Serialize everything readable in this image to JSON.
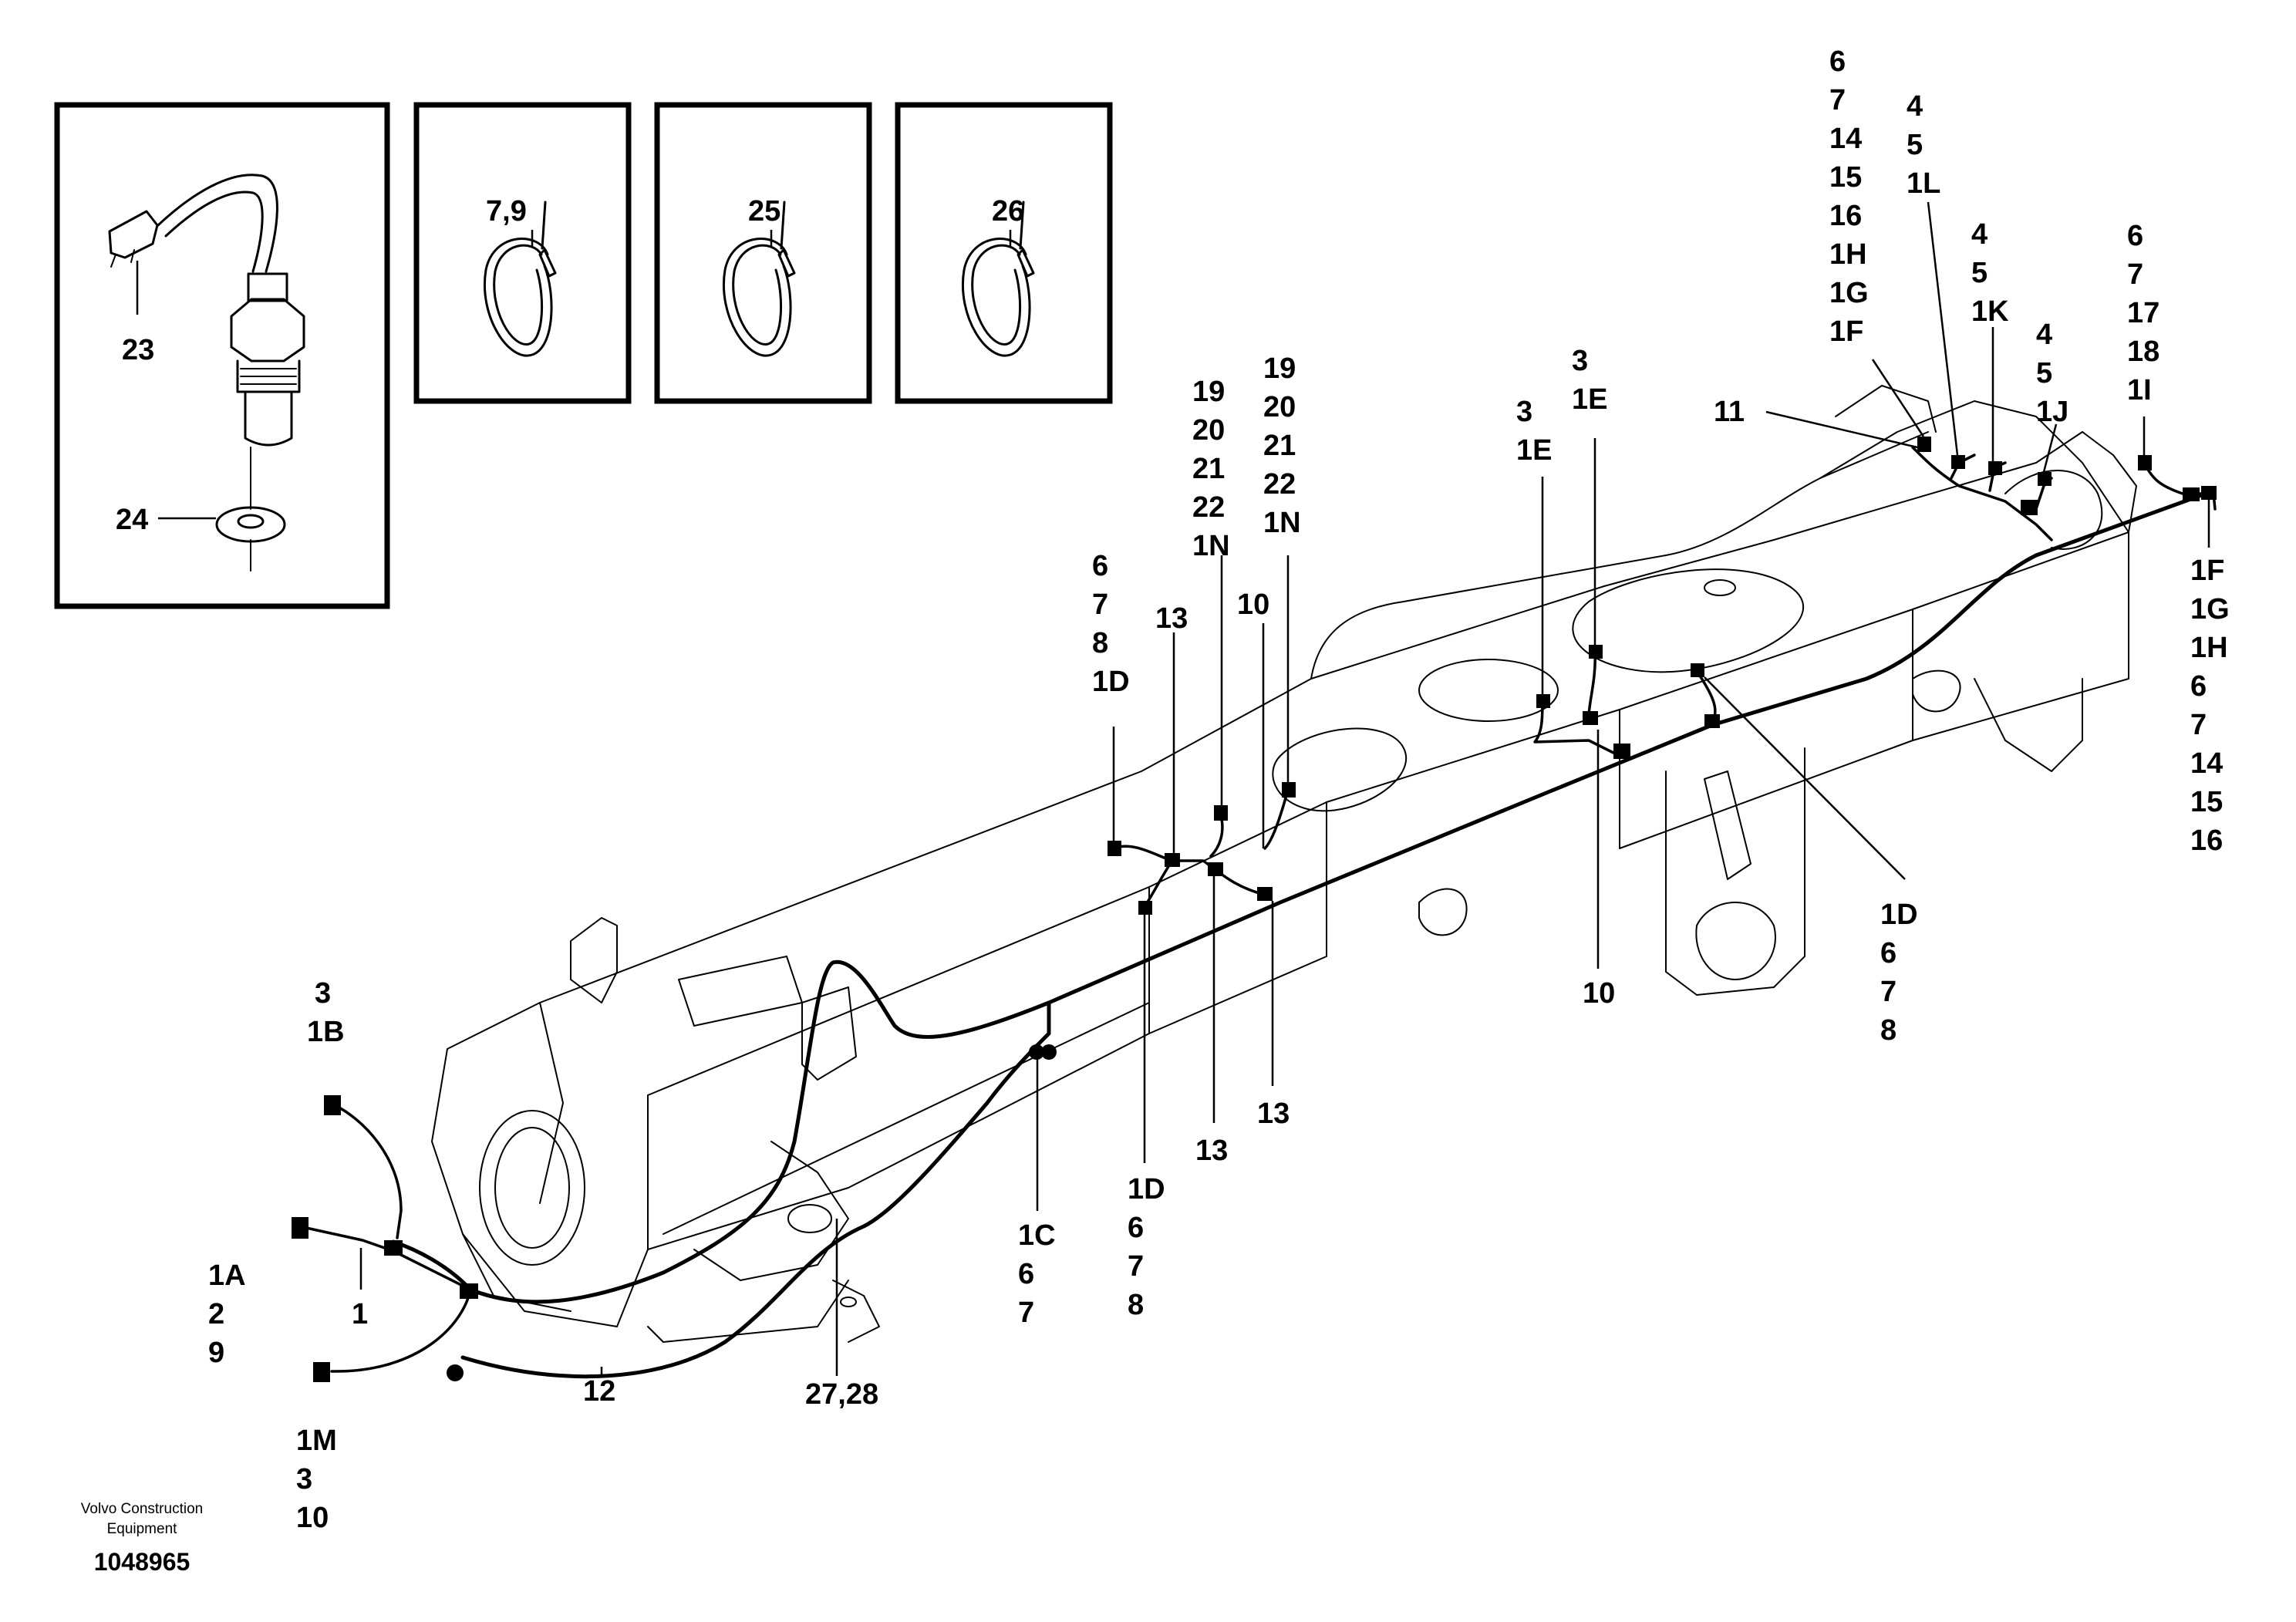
{
  "brand": {
    "line1": "Volvo Construction",
    "line2": "Equipment",
    "doc_number": "1048965"
  },
  "detail_boxes": [
    {
      "id": "sensor",
      "callouts": [
        "23",
        "24"
      ]
    },
    {
      "id": "tie-a",
      "callouts": [
        "7,9"
      ]
    },
    {
      "id": "tie-b",
      "callouts": [
        "25"
      ]
    },
    {
      "id": "tie-c",
      "callouts": [
        "26"
      ]
    }
  ],
  "callouts": {
    "c_1b": [
      "3",
      "1B"
    ],
    "c_1a": [
      "1A",
      "2",
      "9"
    ],
    "c_1": [
      "1"
    ],
    "c_1m": [
      "1M",
      "3",
      "10"
    ],
    "c_12": [
      "12"
    ],
    "c_2728": [
      "27,28"
    ],
    "c_1c": [
      "1C",
      "6",
      "7"
    ],
    "c_1d_low": [
      "1D",
      "6",
      "7",
      "8"
    ],
    "c_13_a": [
      "13"
    ],
    "c_13_b": [
      "13"
    ],
    "c_13_top": [
      "13"
    ],
    "c_1d_top": [
      "6",
      "7",
      "8",
      "1D"
    ],
    "c_1n_a": [
      "19",
      "20",
      "21",
      "22",
      "1N"
    ],
    "c_1n_b": [
      "19",
      "20",
      "21",
      "22",
      "1N"
    ],
    "c_10_top": [
      "10"
    ],
    "c_1e_a": [
      "3",
      "1E"
    ],
    "c_1e_b": [
      "3",
      "1E"
    ],
    "c_10_low": [
      "10"
    ],
    "c_1d_right": [
      "1D",
      "6",
      "7",
      "8"
    ],
    "c_11": [
      "11"
    ],
    "c_1f_top": [
      "6",
      "7",
      "14",
      "15",
      "16",
      "1H",
      "1G",
      "1F"
    ],
    "c_1l": [
      "4",
      "5",
      "1L"
    ],
    "c_1k": [
      "4",
      "5",
      "1K"
    ],
    "c_1j": [
      "4",
      "5",
      "1J"
    ],
    "c_1i": [
      "6",
      "7",
      "17",
      "18",
      "1I"
    ],
    "c_1f_right": [
      "1F",
      "1G",
      "1H",
      "6",
      "7",
      "14",
      "15",
      "16"
    ]
  }
}
